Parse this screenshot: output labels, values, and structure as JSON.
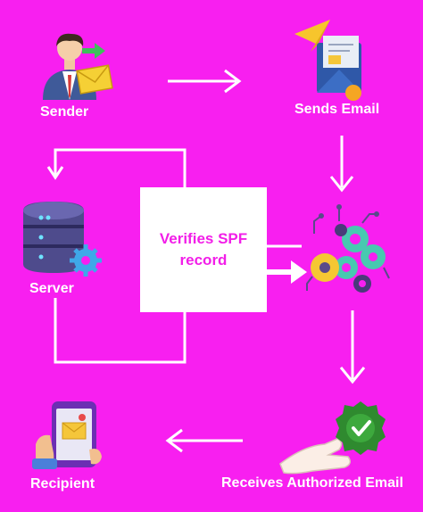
{
  "colors": {
    "background": "#f81ff0",
    "arrow": "#ffffff",
    "box_text": "#f21ee8"
  },
  "nodes": {
    "sender": {
      "label": "Sender",
      "icon": "businessman-sending-mail-icon"
    },
    "sends_email": {
      "label": "Sends Email",
      "icon": "paper-plane-envelope-icon"
    },
    "server": {
      "label": "Server",
      "icon": "server-gear-icon"
    },
    "processing": {
      "icon": "gears-circuit-icon"
    },
    "receives": {
      "label": "Receives Authorized Email",
      "icon": "hand-verified-badge-icon"
    },
    "recipient": {
      "label": "Recipient",
      "icon": "smartphone-mail-icon"
    }
  },
  "center": {
    "text": "Verifies SPF record"
  }
}
